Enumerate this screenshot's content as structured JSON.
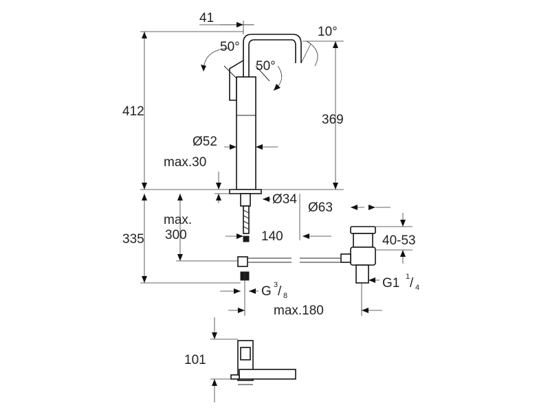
{
  "drawing": {
    "dimensions": {
      "spout_offset": "41",
      "swivel_left": "50°",
      "swivel_right": "50°",
      "spout_angle": "10°",
      "total_height": "412",
      "spout_height": "369",
      "body_diameter": "Ø52",
      "max_deck": "max.30",
      "hole_diameter": "Ø34",
      "waste_diameter": "Ø63",
      "max_label": "max.",
      "below_height": "300",
      "lower_height": "335",
      "waste_distance": "140",
      "waste_range": "40-53",
      "connection_g": "G",
      "connection_num": "3",
      "connection_den": "8",
      "waste_thread": "G1",
      "waste_num": "1",
      "waste_den": "4",
      "max_reach": "max.180",
      "lever_height": "101"
    }
  }
}
